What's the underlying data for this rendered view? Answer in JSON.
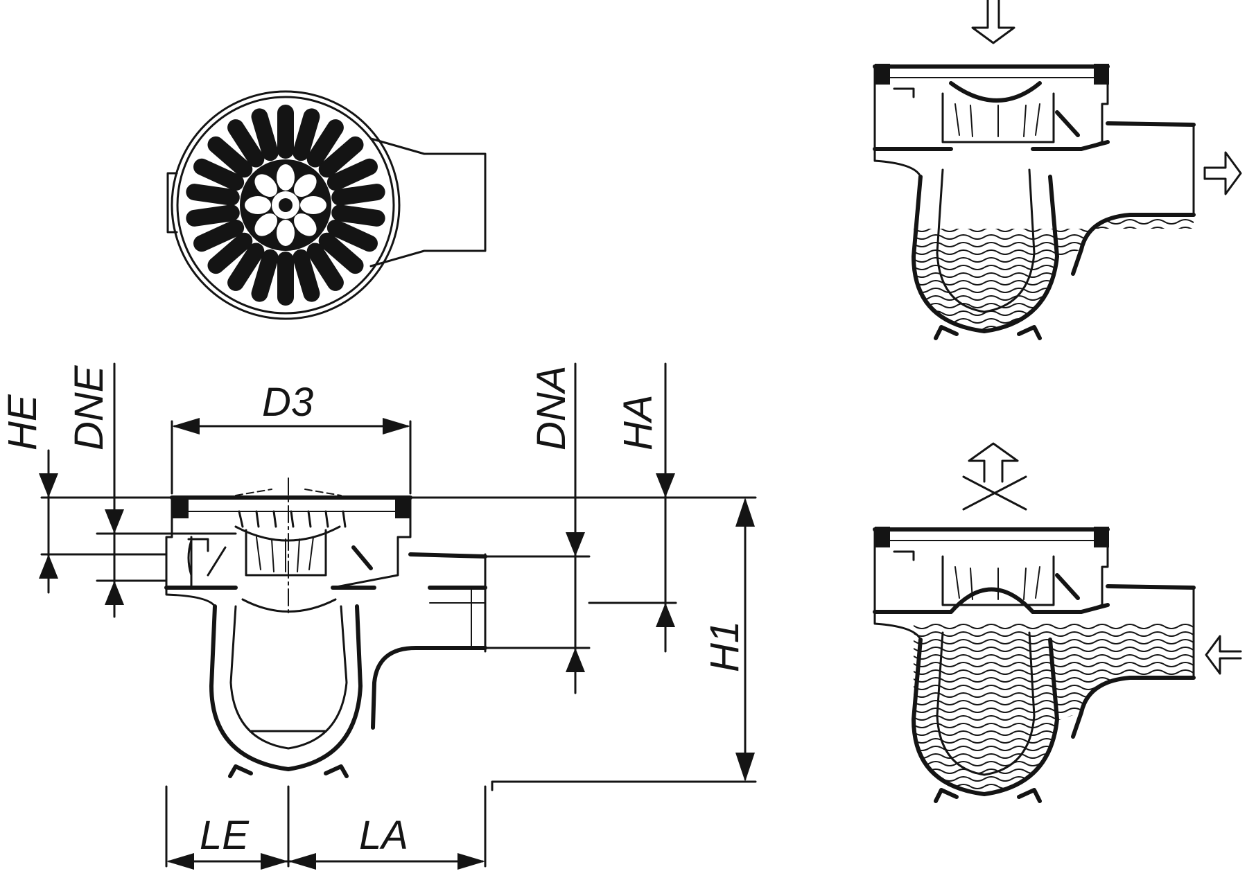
{
  "labels": {
    "he": "HE",
    "dne": "DNE",
    "d3": "D3",
    "dna": "DNA",
    "ha": "HA",
    "h1": "H1",
    "le": "LE",
    "la": "LA"
  },
  "icons": {
    "flow_in_top": "down-arrow-icon",
    "flow_out_right": "right-arrow-icon",
    "blocked_up": "blocked-up-arrow-icon",
    "backflow_left": "left-arrow-icon"
  },
  "colors": {
    "ink": "#141414",
    "background": "#ffffff"
  }
}
